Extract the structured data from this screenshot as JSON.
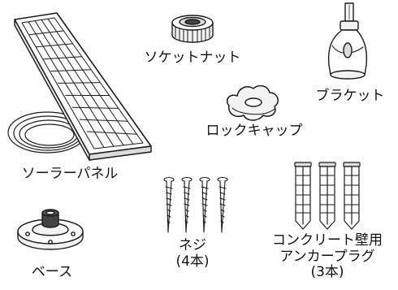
{
  "parts": {
    "solar_panel": "ソーラーパネル",
    "socket_nut": "ソケットナット",
    "bracket": "ブラケット",
    "lock_cap": "ロックキャップ",
    "base": "ベース",
    "screws": {
      "name": "ネジ",
      "qty": "(4本)"
    },
    "anchors": {
      "line1": "コンクリート壁用",
      "line2": "アンカープラグ",
      "qty": "(3本)"
    }
  },
  "colors": {
    "line": "#1a1a1a",
    "fill_light": "#f2f2f2",
    "fill_mid": "#dcdcdc",
    "fill_dark": "#444444"
  }
}
